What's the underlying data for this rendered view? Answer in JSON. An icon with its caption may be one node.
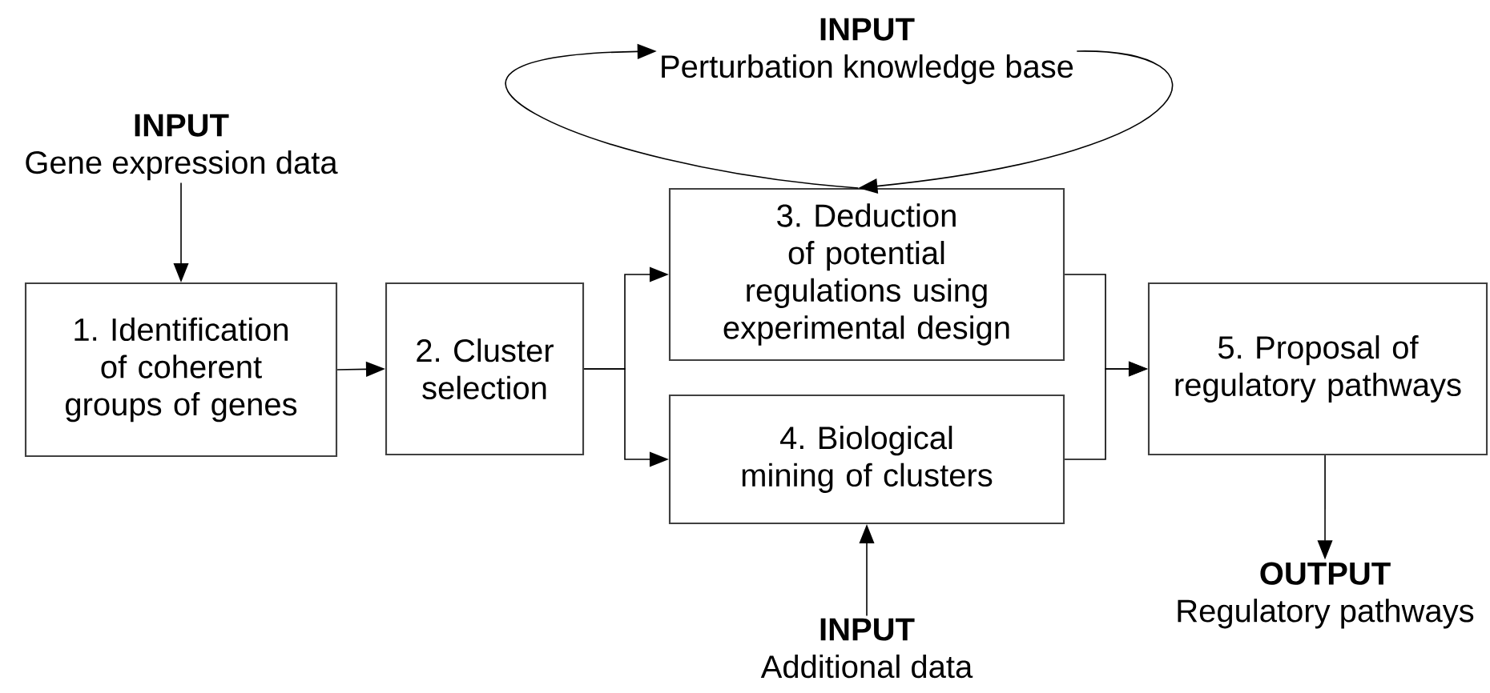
{
  "diagram": {
    "nodes": [
      {
        "text": [
          "INPUT",
          "Gene expression data"
        ]
      },
      {
        "text": [
          "1. Identification of coherent groups of genes"
        ]
      },
      {
        "text": [
          "2. Cluster selection"
        ]
      },
      {
        "text": [
          "INPUT",
          "Perturbation knowledge base"
        ]
      },
      {
        "text": [
          "3. Deduction of potential regulations using experimental design"
        ]
      },
      {
        "text": [
          "4. Biological mining of clusters"
        ]
      },
      {
        "text": [
          "INPUT",
          "Additional data"
        ]
      },
      {
        "text": [
          "5. Proposal of regulatory pathways"
        ]
      },
      {
        "text": [
          "OUTPUT",
          "Regulatory pathways"
        ]
      }
    ],
    "edges": [
      {
        "from": 0,
        "to": 1,
        "arrow": "to"
      },
      {
        "from": 1,
        "to": 2,
        "arrow": "to"
      },
      {
        "from": 2,
        "to": 4,
        "arrow": "to"
      },
      {
        "from": 2,
        "to": 5,
        "arrow": "to"
      },
      {
        "from": 4,
        "to": 3,
        "arrow": "to"
      },
      {
        "from": 3,
        "to": 4,
        "arrow": "to"
      },
      {
        "from": 4,
        "to": 7,
        "arrow": "to"
      },
      {
        "from": 5,
        "to": 7,
        "arrow": "to"
      },
      {
        "from": 6,
        "to": 5,
        "arrow": "to"
      },
      {
        "from": 7,
        "to": 8,
        "arrow": "to"
      }
    ]
  }
}
